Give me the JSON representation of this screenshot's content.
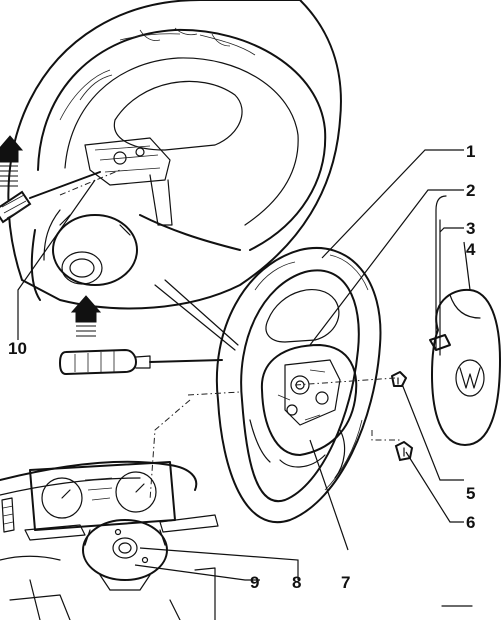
{
  "callouts": {
    "c1": "1",
    "c2": "2",
    "c3": "3",
    "c4": "4",
    "c5": "5",
    "c6": "6",
    "c7": "7",
    "c8": "8",
    "c9": "9",
    "c10": "10"
  },
  "icons": {
    "pull_arrow_top": "arrow-up-icon",
    "pull_arrow_middle": "arrow-up-icon"
  }
}
